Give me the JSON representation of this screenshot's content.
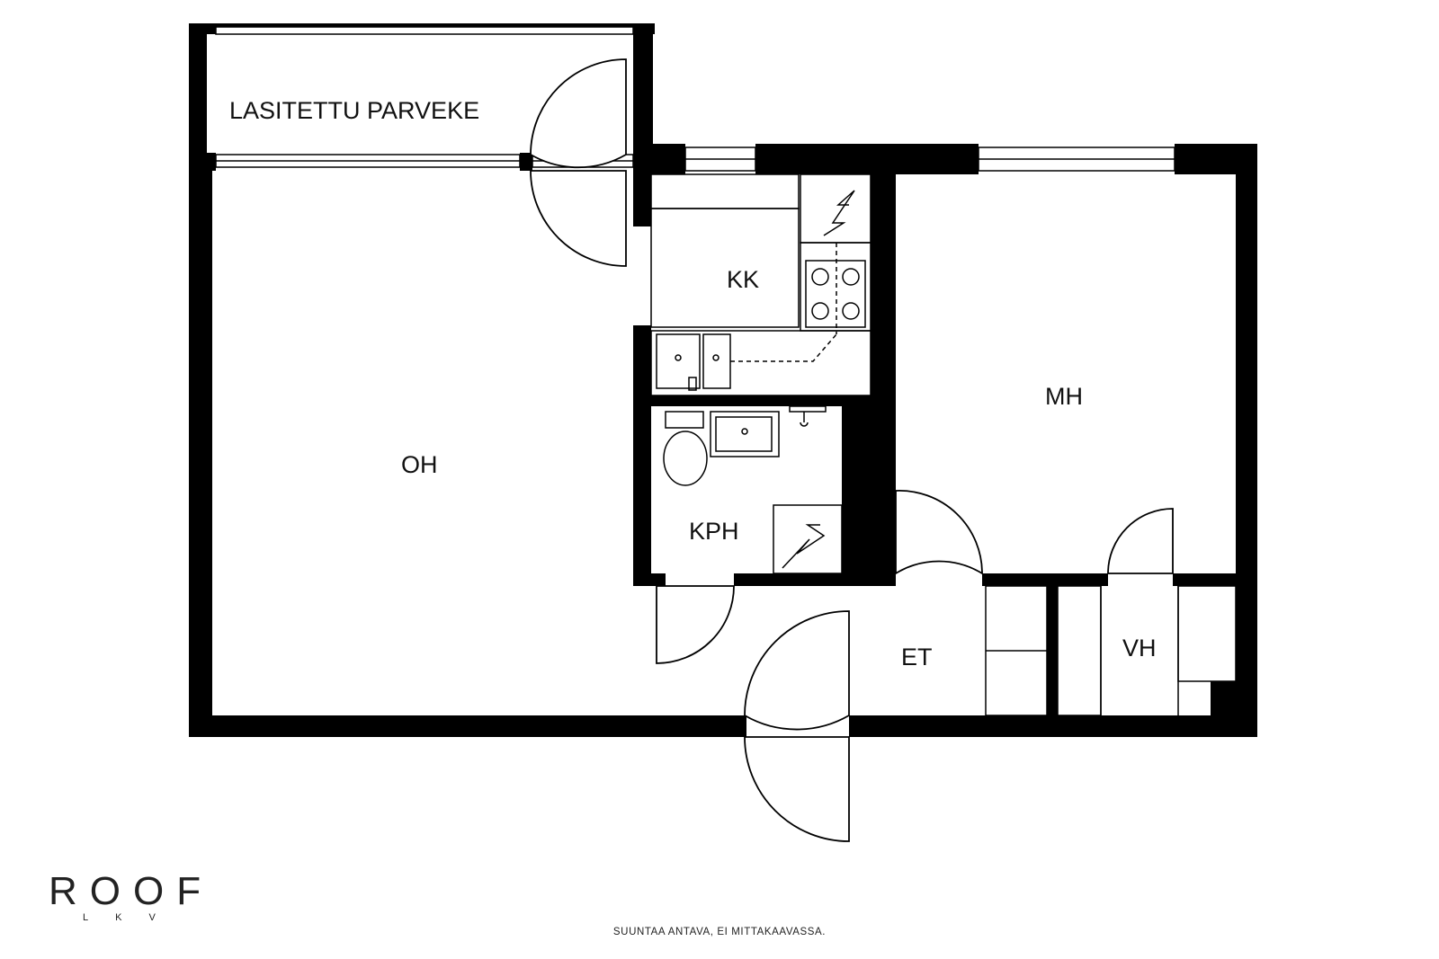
{
  "rooms": {
    "balcony": "LASITETTU PARVEKE",
    "living": "OH",
    "kitchen": "KK",
    "bathroom": "KPH",
    "bedroom": "MH",
    "entrance": "ET",
    "closet": "VH"
  },
  "logo": {
    "name": "ROOF",
    "sub": "LKV"
  },
  "disclaimer": "SUUNTAA ANTAVA, EI MITTAKAAVASSA.",
  "colors": {
    "wall": "#000000",
    "background": "#ffffff",
    "line": "#000000"
  }
}
